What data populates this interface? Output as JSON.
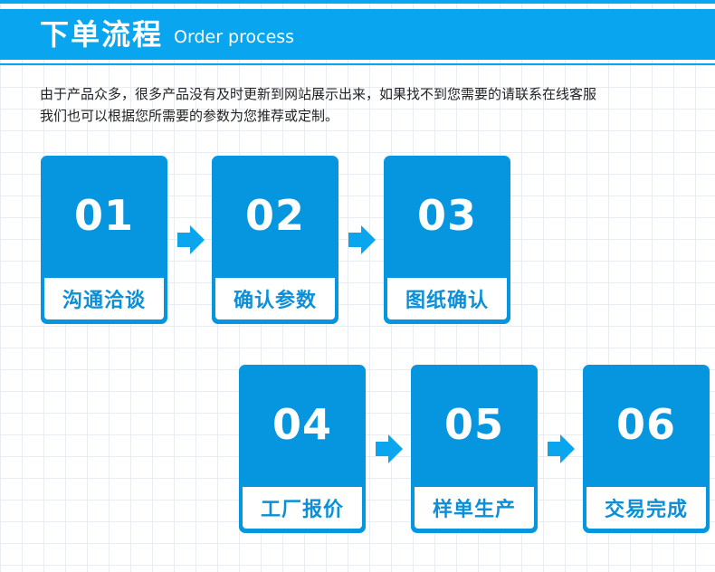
{
  "header": {
    "title_cn": "下单流程",
    "title_en": "Order process"
  },
  "intro": {
    "line1": "由于产品众多，很多产品没有及时更新到网站展示出来，如果找不到您需要的请联系在线客服",
    "line2": "我们也可以根据您所需要的参数为您推荐或定制。"
  },
  "steps": [
    {
      "num": "01",
      "label": "沟通洽谈"
    },
    {
      "num": "02",
      "label": "确认参数"
    },
    {
      "num": "03",
      "label": "图纸确认"
    },
    {
      "num": "04",
      "label": "工厂报价"
    },
    {
      "num": "05",
      "label": "样单生产"
    },
    {
      "num": "06",
      "label": "交易完成"
    }
  ],
  "colors": {
    "accent": "#0aa5ef",
    "card": "#0596df",
    "label_text": "#0a8fd8"
  },
  "icons": {
    "arrow": "arrow-right-icon"
  }
}
